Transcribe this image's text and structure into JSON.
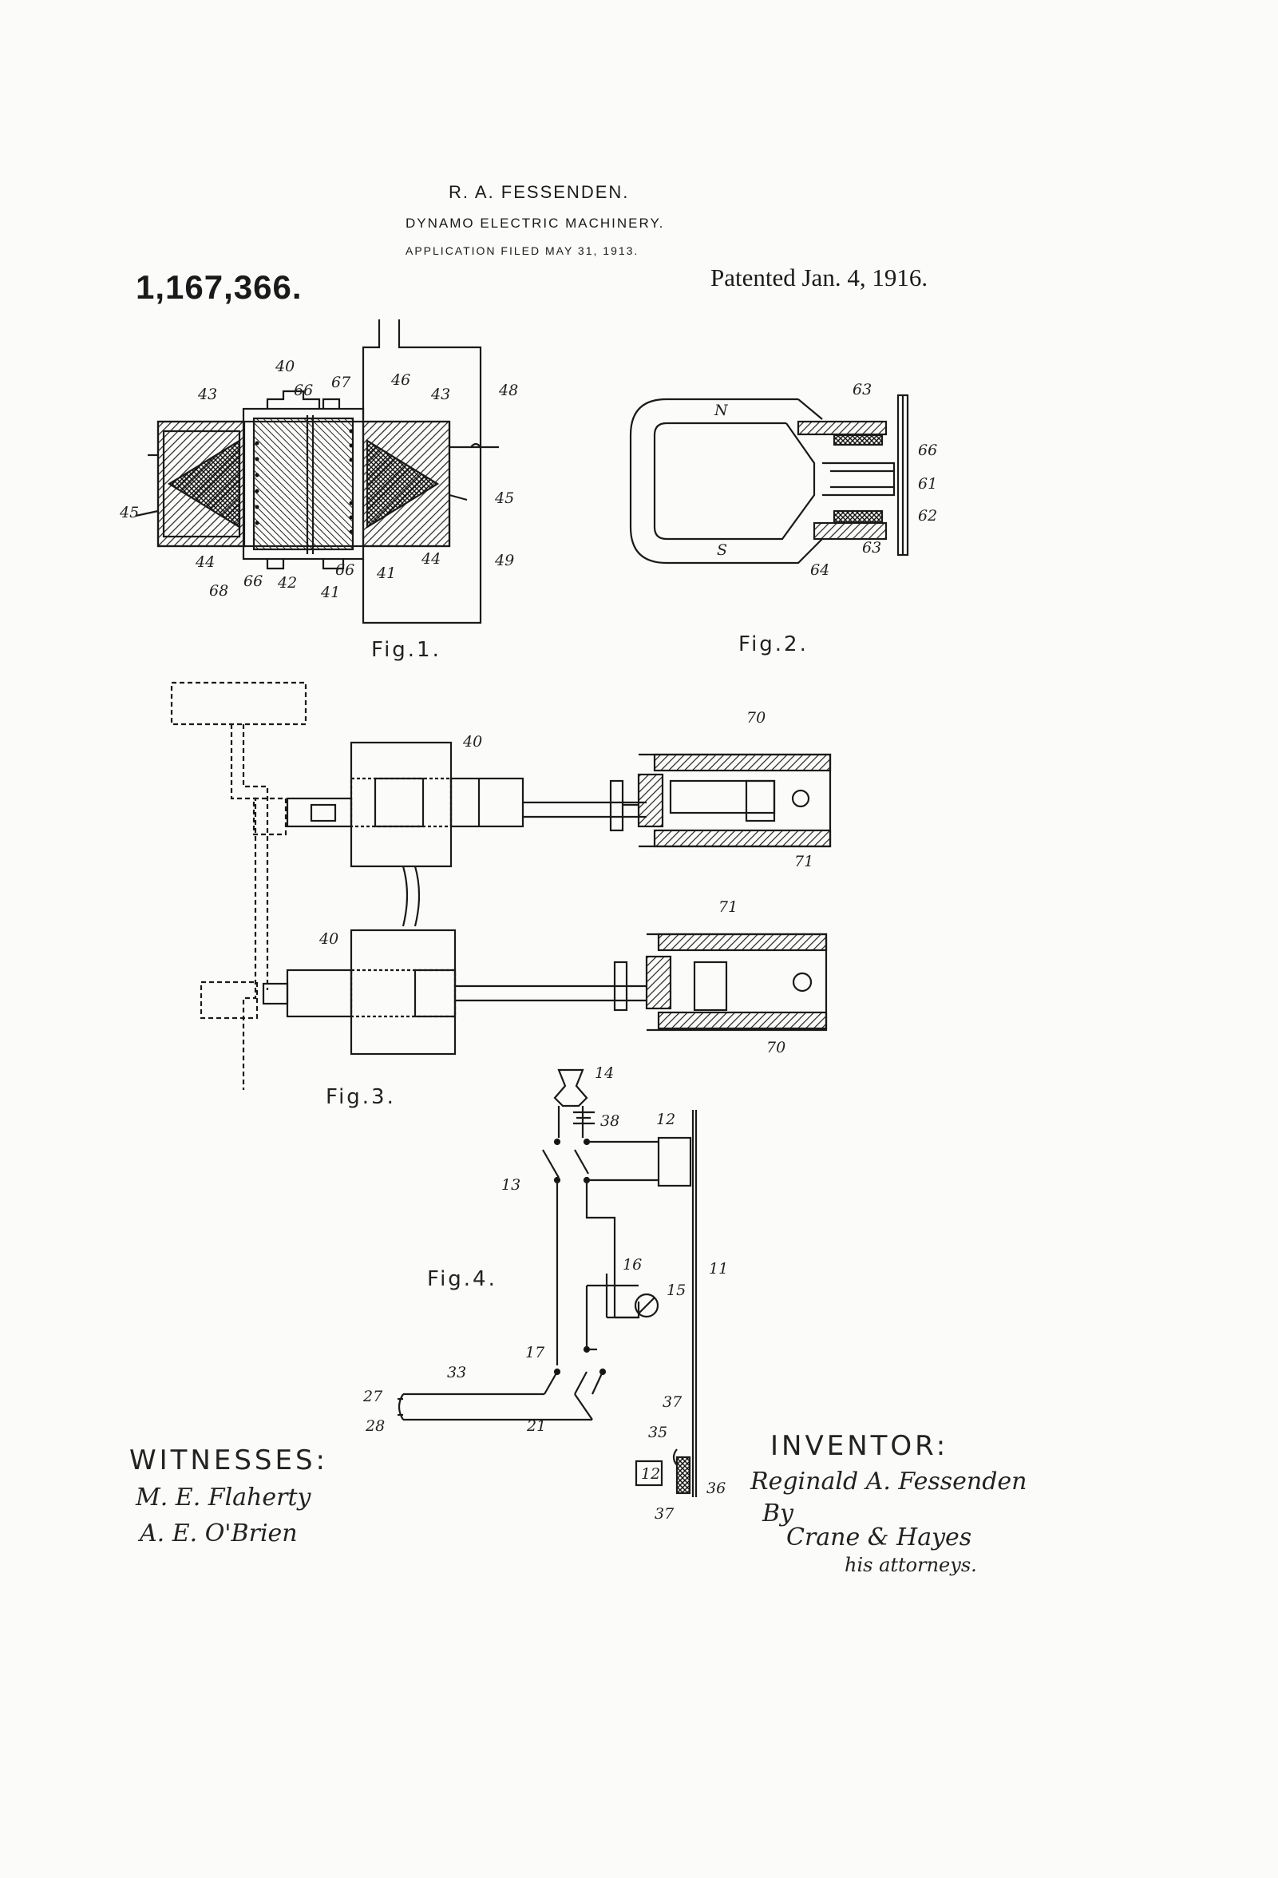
{
  "header": {
    "inventor_name": "R. A. FESSENDEN.",
    "title": "DYNAMO ELECTRIC MACHINERY.",
    "application": "APPLICATION FILED MAY 31, 1913.",
    "patent_number": "1,167,366.",
    "patented": "Patented Jan. 4, 1916."
  },
  "figures": {
    "fig1": {
      "caption": "Fig.1.",
      "labels": [
        "40",
        "66",
        "67",
        "46",
        "43",
        "43",
        "48",
        "45",
        "45",
        "44",
        "44",
        "68",
        "66",
        "42",
        "66",
        "41",
        "41",
        "49"
      ]
    },
    "fig2": {
      "caption": "Fig.2.",
      "labels": [
        "N",
        "S",
        "63",
        "66",
        "61",
        "62",
        "63",
        "64"
      ]
    },
    "fig3": {
      "caption": "Fig.3.",
      "labels": [
        "40",
        "70",
        "71",
        "40",
        "71",
        "70"
      ]
    },
    "fig4": {
      "caption": "Fig.4.",
      "labels": [
        "14",
        "38",
        "12",
        "13",
        "11",
        "16",
        "15",
        "17",
        "33",
        "27",
        "28",
        "21",
        "37",
        "35",
        "12",
        "36",
        "37"
      ]
    }
  },
  "witnesses": {
    "heading": "WITNESSES:",
    "names": [
      "M. E. Flaherty",
      "A. E. O'Brien"
    ]
  },
  "inventor": {
    "heading": "INVENTOR:",
    "signature": "Reginald A. Fessenden",
    "by": "By",
    "attorneys": "Crane & Hayes",
    "note": "his attorneys."
  }
}
